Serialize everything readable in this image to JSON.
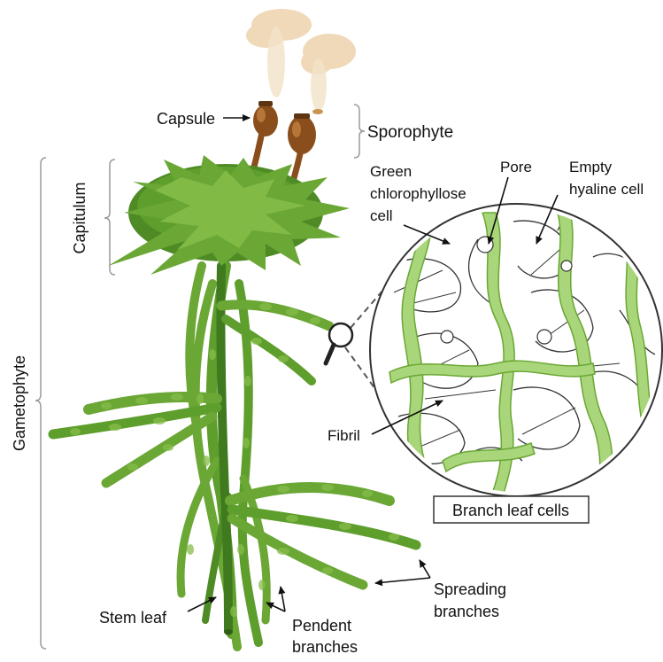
{
  "labels": {
    "capsule": "Capsule",
    "sporophyte": "Sporophyte",
    "capitulum": "Capitulum",
    "gametophyte": "Gametophyte",
    "green_cell_line1": "Green",
    "green_cell_line2": "chlorophyllose",
    "green_cell_line3": "cell",
    "pore": "Pore",
    "empty_line1": "Empty",
    "empty_line2": "hyaline cell",
    "fibril": "Fibril",
    "branch_leaf_cells": "Branch leaf cells",
    "stem_leaf": "Stem leaf",
    "pendent_line1": "Pendent",
    "pendent_line2": "branches",
    "spreading_line1": "Spreading",
    "spreading_line2": "branches"
  },
  "colors": {
    "plant_dark": "#3f7a1f",
    "plant_mid": "#5e9e2c",
    "plant_light": "#86bd4a",
    "chlorophyllose": "#a9d67a",
    "capsule": "#8a4e1c",
    "spores": "#efd9b8",
    "ink": "#111111",
    "bracket": "#9a9a9a"
  },
  "icons": [
    "magnifier-icon"
  ]
}
